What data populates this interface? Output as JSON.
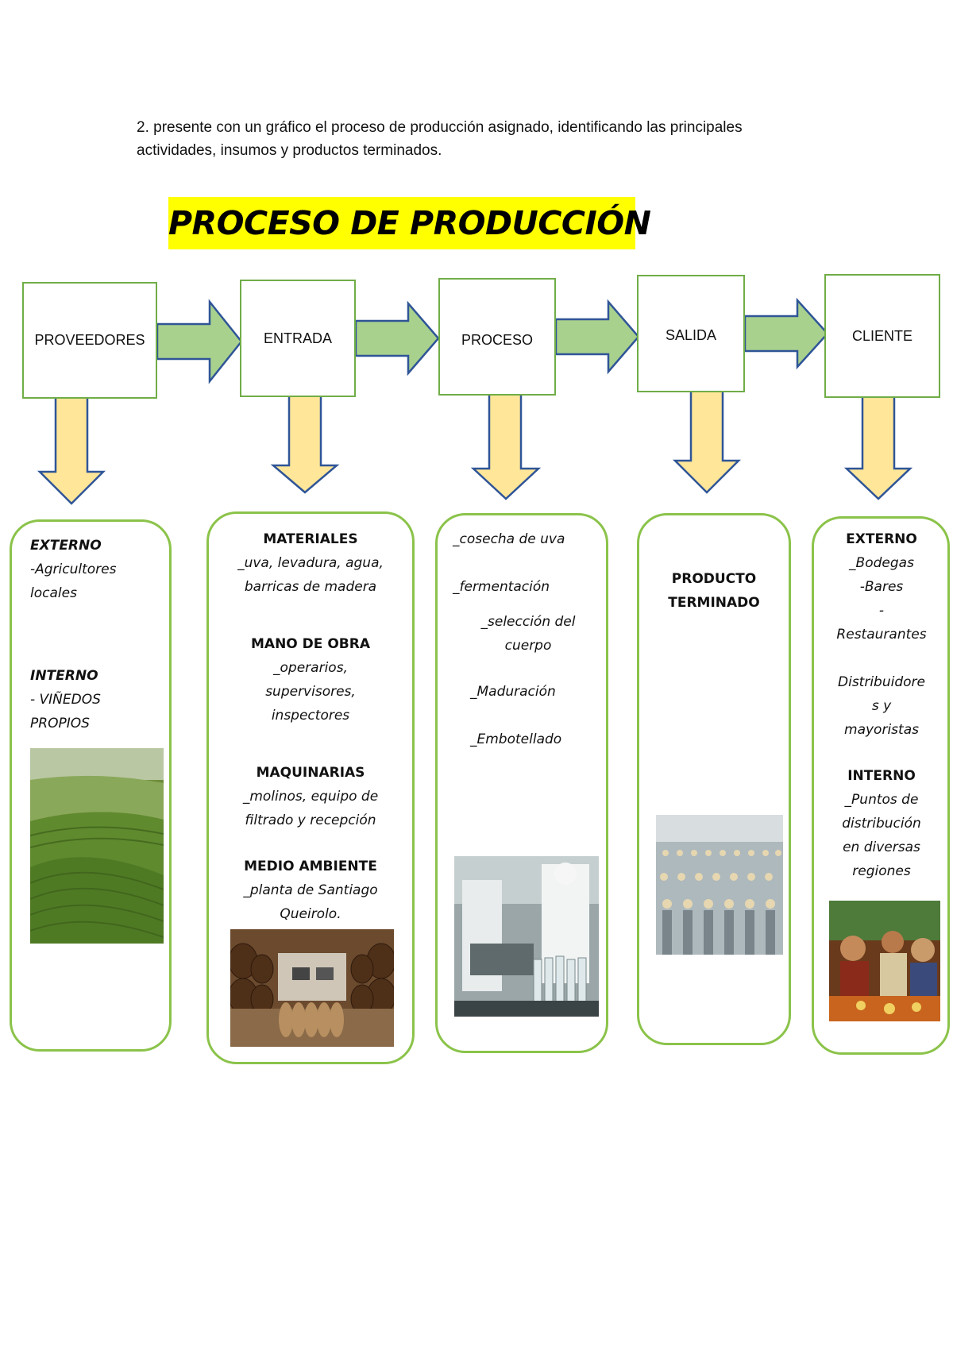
{
  "instruction": {
    "line1": "2. presente con un gráfico el proceso de producción asignado, identificando las principales",
    "line2": "actividades,  insumos y productos terminados."
  },
  "title": "PROCESO DE PRODUCCIÓN",
  "colors": {
    "title_highlight": "#ffff00",
    "box_border": "#70ad47",
    "flow_arrow_fill": "#a9d18e",
    "flow_arrow_stroke": "#2f5597",
    "down_arrow_fill": "#ffe699",
    "down_arrow_stroke": "#2f5597",
    "panel_border": "#8bc34a"
  },
  "stages": [
    {
      "label": "PROVEEDORES"
    },
    {
      "label": "ENTRADA"
    },
    {
      "label": "PROCESO"
    },
    {
      "label": "SALIDA"
    },
    {
      "label": "CLIENTE"
    }
  ],
  "panels": {
    "proveedores": {
      "externo_head": "EXTERNO",
      "externo_l1": "-Agricultores",
      "externo_l2": "locales",
      "interno_head": "INTERNO",
      "interno_l1": "- VIÑEDOS",
      "interno_l2": "PROPIOS",
      "photo": "vineyard-photo"
    },
    "entrada": {
      "materiales_head": "MATERIALES",
      "materiales_l1": "_uva, levadura, agua,",
      "materiales_l2": "barricas de madera",
      "mano_head": "MANO DE OBRA",
      "mano_l1": "_operarios,",
      "mano_l2": "supervisores,",
      "mano_l3": "inspectores",
      "maq_head": "MAQUINARIAS",
      "maq_l1": "_molinos, equipo de",
      "maq_l2": "filtrado y recepción",
      "medio_head": "MEDIO AMBIENTE",
      "medio_l1": "_planta de Santiago",
      "medio_l2": "Queirolo.",
      "photo": "barrel-cellar-photo"
    },
    "proceso": {
      "step1": "_cosecha de uva",
      "step2": "_fermentación",
      "step3_l1": "_selección del",
      "step3_l2": "cuerpo",
      "step4": "_Maduración",
      "step5": "_Embotellado",
      "photo": "bottling-line-photo"
    },
    "salida": {
      "head_l1": "PRODUCTO",
      "head_l2": "TERMINADO",
      "photo": "bottles-photo"
    },
    "cliente": {
      "externo_head": "EXTERNO",
      "e1": "_Bodegas",
      "e2": "-Bares",
      "e3": "-",
      "e4": "Restaurantes",
      "e5_l1": "Distribuidore",
      "e5_l2": "s  y",
      "e5_l3": "mayoristas",
      "interno_head": "INTERNO",
      "i1": "_Puntos de",
      "i2": "distribución",
      "i3": "en diversas",
      "i4": "regiones",
      "photo": "customers-photo"
    }
  }
}
